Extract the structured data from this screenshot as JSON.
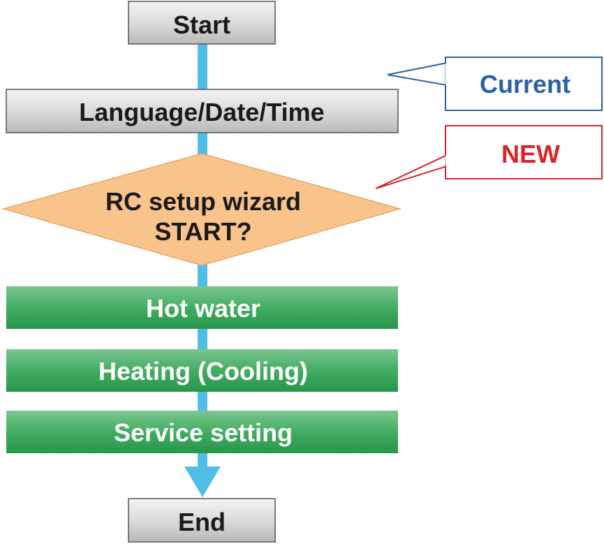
{
  "steps": {
    "start": "Start",
    "language": "Language/Date/Time",
    "decision_line1": "RC setup wizard",
    "decision_line2": "START?",
    "hot_water": "Hot water",
    "heating": "Heating (Cooling)",
    "service": "Service setting",
    "end": "End"
  },
  "callouts": {
    "current": "Current",
    "new": "NEW"
  },
  "colors": {
    "connector": "#4fbfe8",
    "gray_box": "#d6d6d6",
    "decision": "#f9c38c",
    "green_step": "#3aa85c",
    "current_text": "#2a62a8",
    "new_text": "#d8242c"
  }
}
